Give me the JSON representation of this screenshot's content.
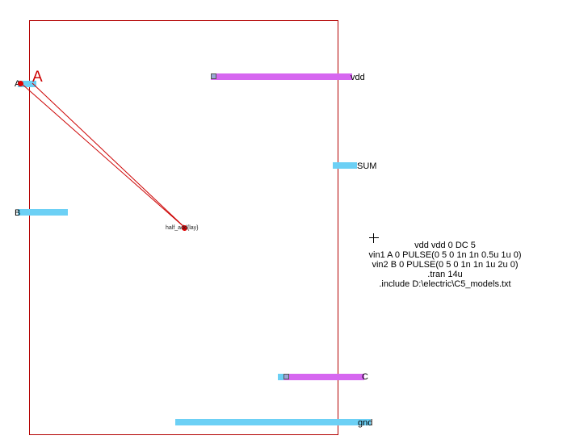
{
  "labels": {
    "vdd": "vdd",
    "sum": "SUM",
    "a": "A",
    "a_big": "A",
    "b": "B",
    "c": "C",
    "gnd": "gnd",
    "instance": "half_add{lay}"
  },
  "spice_lines": [
    "vdd vdd 0 DC 5",
    "vin1 A 0 PULSE(0 5 0 1n 1n 0.5u 1u 0)",
    "vin2 B 0 PULSE(0 5 0 1n 1n 1u 2u 0)",
    ".tran 14u",
    ".include D:\\electric\\C5_models.txt"
  ],
  "colors": {
    "metal1": "#6cd0f5",
    "metal2": "#d667f0",
    "boundary": "#b30000",
    "highlight": "#e00000"
  },
  "icons": {
    "cursor": "crosshair-icon"
  }
}
